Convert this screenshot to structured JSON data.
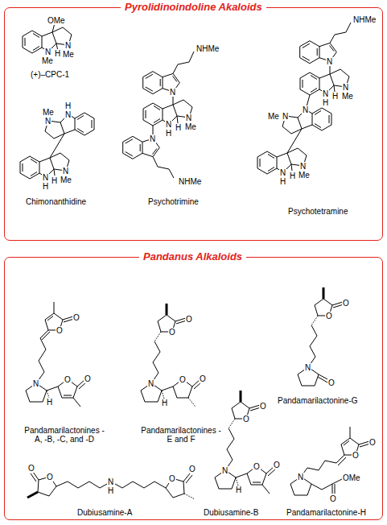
{
  "diagram": {
    "nodes": [
      {
        "text": [
          "Pyrolidinoindoline Akaloids"
        ]
      },
      {
        "text": [
          "Pandanus Alkaloids"
        ]
      }
    ],
    "labels": [
      "OMe",
      "N",
      "Me",
      "H",
      "N",
      "Me",
      "(+)–CPC-1",
      "H",
      "N",
      "Me",
      "N",
      "N",
      "H",
      "H",
      "N",
      "Me",
      "Chimonanthidine",
      "NHMe",
      "N",
      "N",
      "H",
      "H",
      "N",
      "Me",
      "N",
      "NHMe",
      "Psychotrimine",
      "NHMe",
      "N",
      "N",
      "H",
      "H",
      "N",
      "Me",
      "Me",
      "N",
      "N",
      "N",
      "H",
      "H",
      "N",
      "Me",
      "Psychotetramine",
      "O",
      "O",
      "N",
      "O",
      "O",
      "H",
      "Pandamarilactonines -A, -B, -C, and -D",
      "O",
      "O",
      "N",
      "O",
      "O",
      "H",
      "Pandamarilactonines -E and F",
      "O",
      "O",
      "N",
      "O",
      "Pandamarilactonine-G",
      "O",
      "O",
      "N",
      "H",
      "O",
      "O",
      "Dubiusamine-A",
      "O",
      "O",
      "N",
      "O",
      "O",
      "H",
      "Dubiusamine-B",
      "O",
      "O",
      "N",
      "O",
      "OMe",
      "Pandamarilactonine-H"
    ]
  }
}
